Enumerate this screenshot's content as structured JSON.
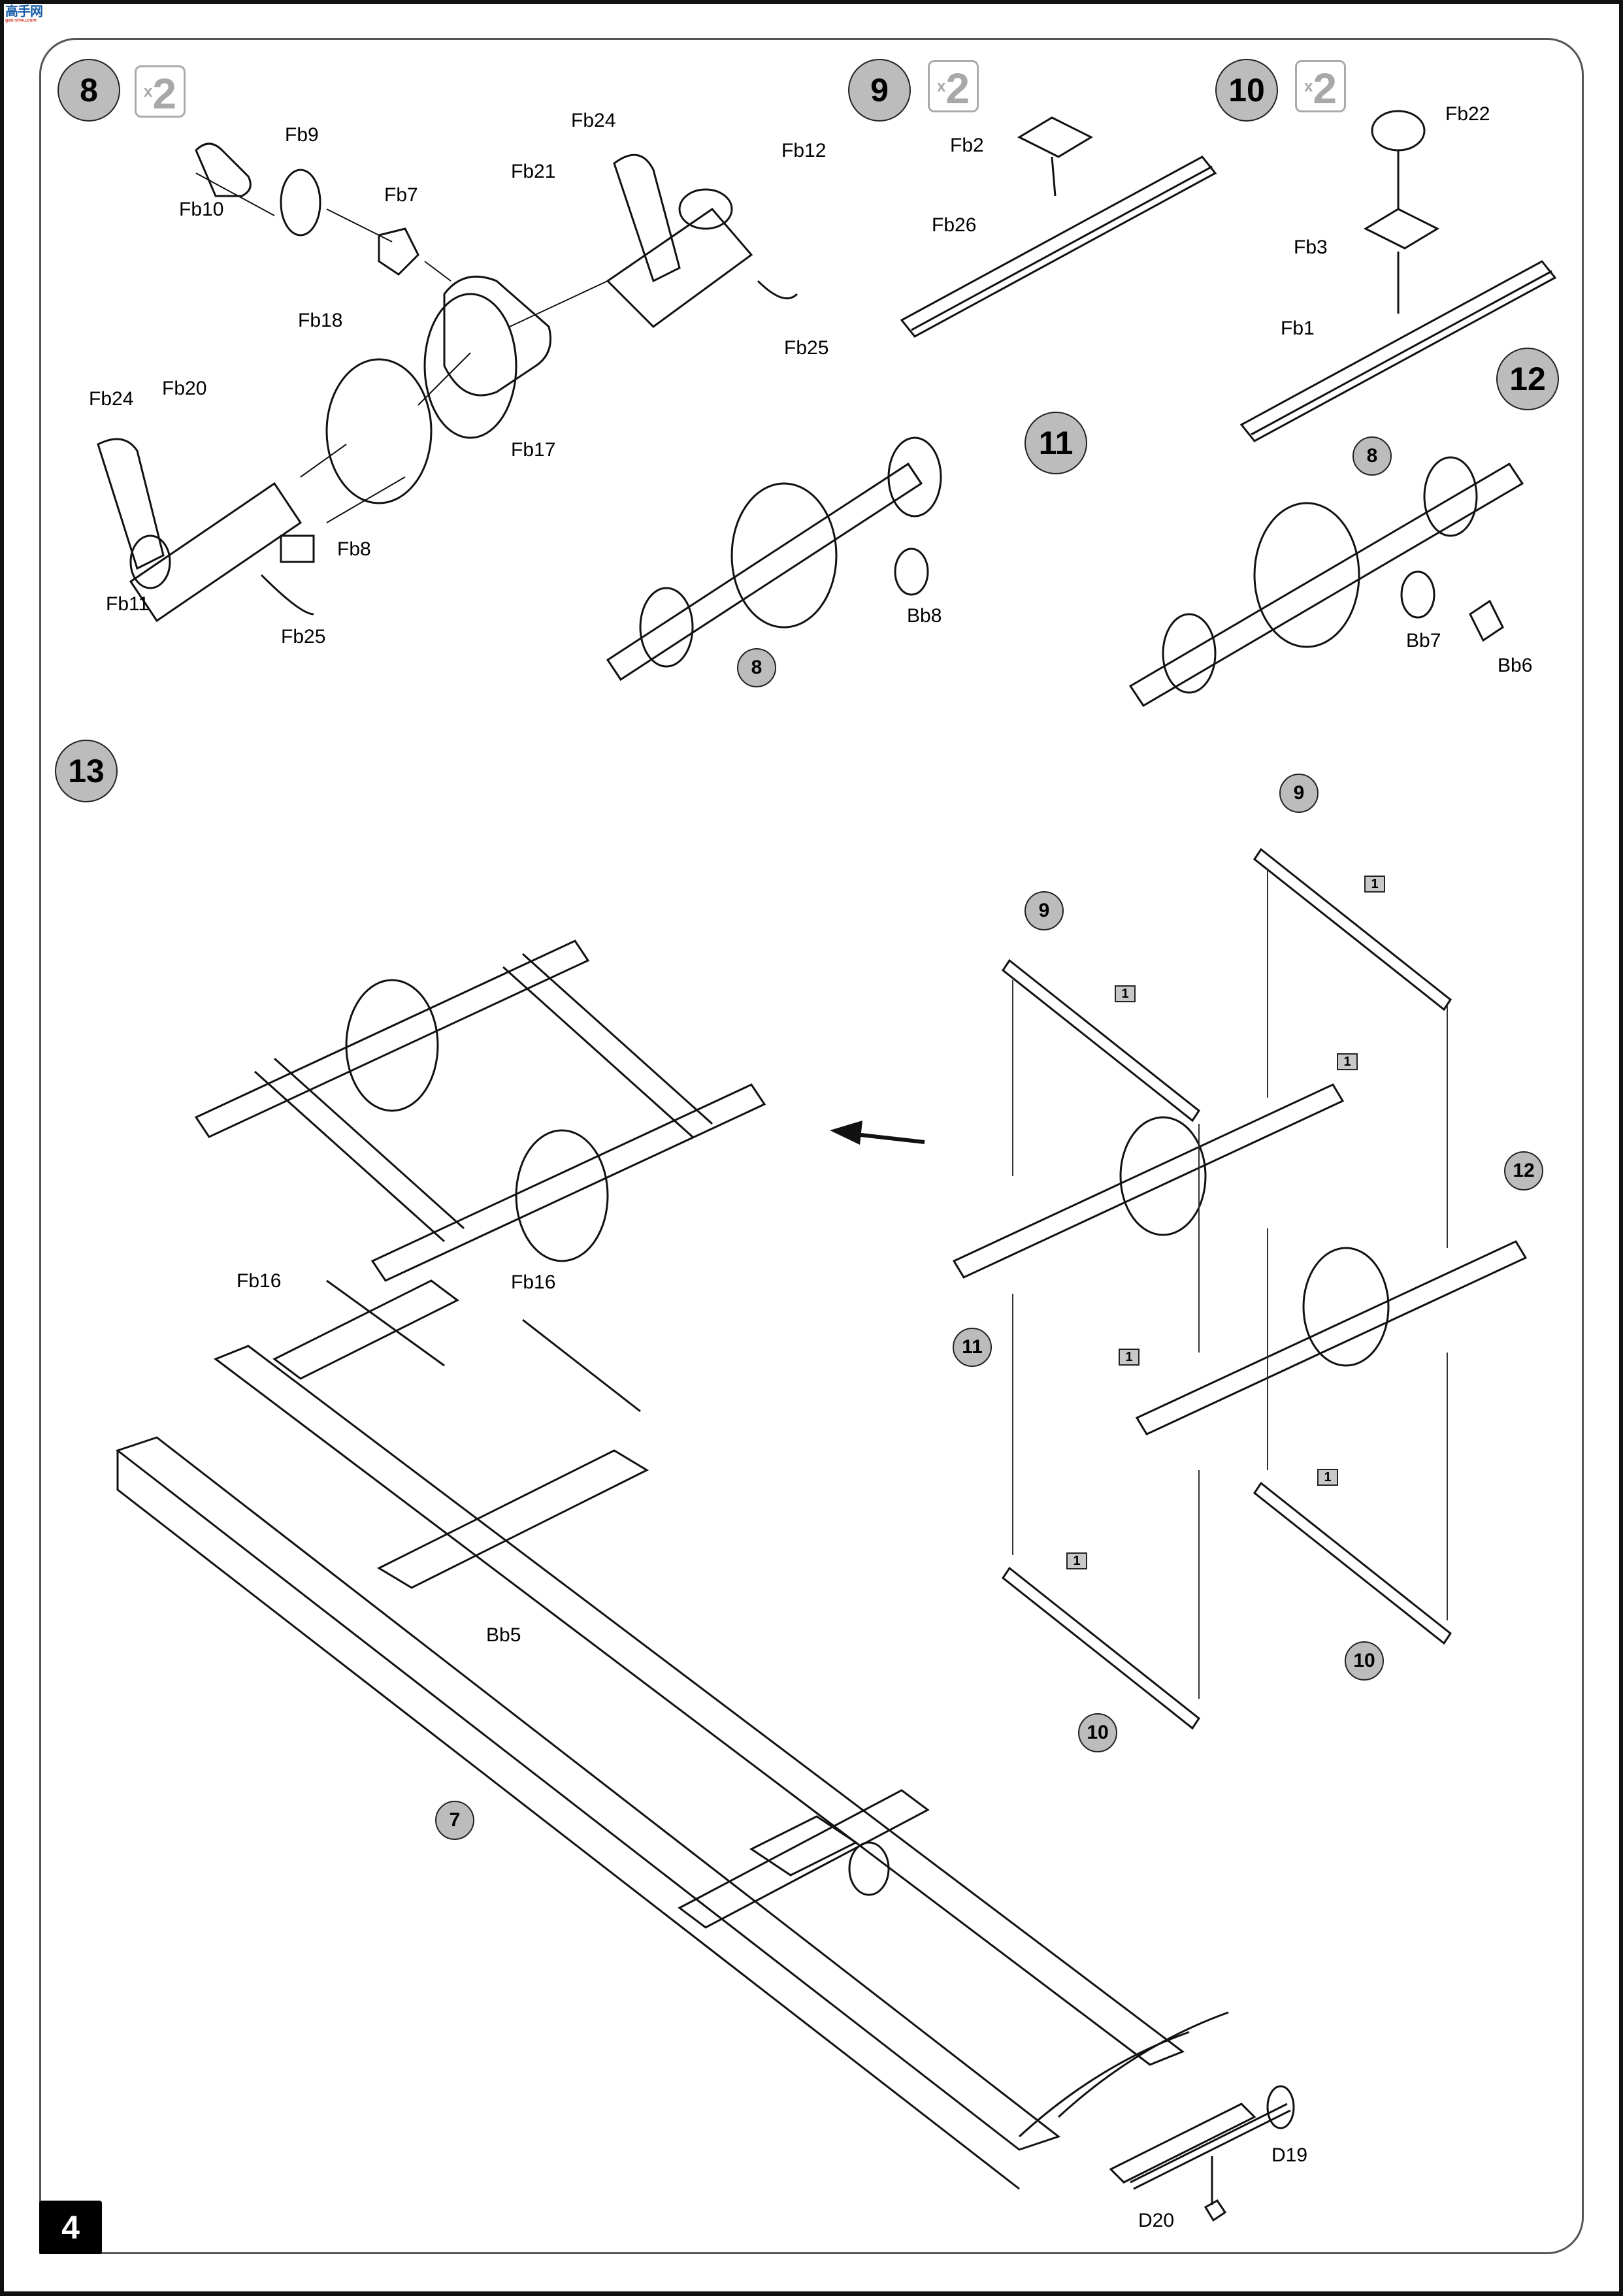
{
  "watermark": {
    "text": "高手网",
    "url": "gao-shou.com"
  },
  "page_number": "4",
  "steps": [
    {
      "number": "8",
      "multiplier_x": "x",
      "multiplier": "2",
      "parts": [
        "Fb9",
        "Fb10",
        "Fb7",
        "Fb21",
        "Fb24",
        "Fb12",
        "Fb25",
        "Fb18",
        "Fb17",
        "Fb24",
        "Fb20",
        "Fb8",
        "Fb11",
        "Fb25"
      ]
    },
    {
      "number": "9",
      "multiplier_x": "x",
      "multiplier": "2",
      "parts": [
        "Fb2",
        "Fb26"
      ]
    },
    {
      "number": "10",
      "multiplier_x": "x",
      "multiplier": "2",
      "parts": [
        "Fb22",
        "Fb3",
        "Fb1"
      ]
    },
    {
      "number": "11",
      "parts": [
        "Bb8"
      ],
      "subassembly_refs": [
        "8"
      ]
    },
    {
      "number": "12",
      "parts": [
        "Bb7",
        "Bb6"
      ],
      "subassembly_refs": [
        "8"
      ]
    },
    {
      "number": "13",
      "parts": [
        "Fb16",
        "Fb16",
        "Bb5",
        "D19",
        "D20"
      ],
      "subassembly_refs": [
        "9",
        "9",
        "11",
        "12",
        "10",
        "10",
        "7"
      ],
      "option_ref": "1"
    }
  ]
}
